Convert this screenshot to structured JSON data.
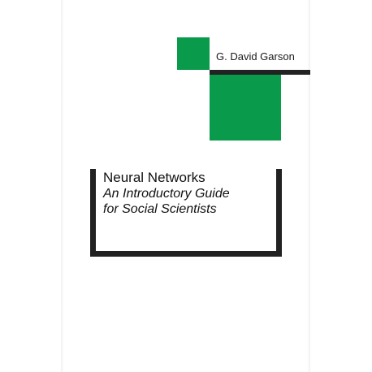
{
  "cover": {
    "author": "G. David Garson",
    "title": "Neural Networks",
    "subtitle_line1": "An Introductory Guide",
    "subtitle_line2": "for Social Scientists"
  },
  "colors": {
    "accent_green": "#0a9a4c",
    "bar_dark": "#222222"
  }
}
